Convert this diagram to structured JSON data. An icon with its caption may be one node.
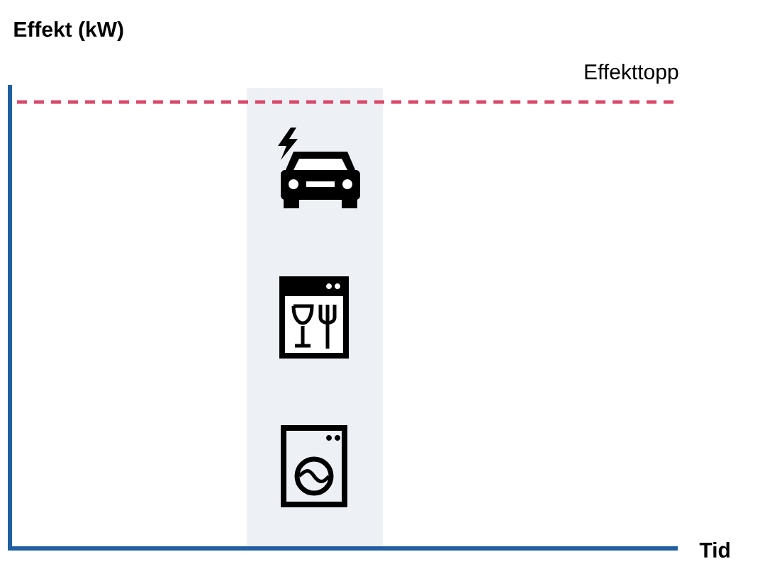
{
  "diagram": {
    "labels": [
      "Effekt (kW)",
      "Effekttopp",
      "Tid"
    ]
  }
}
